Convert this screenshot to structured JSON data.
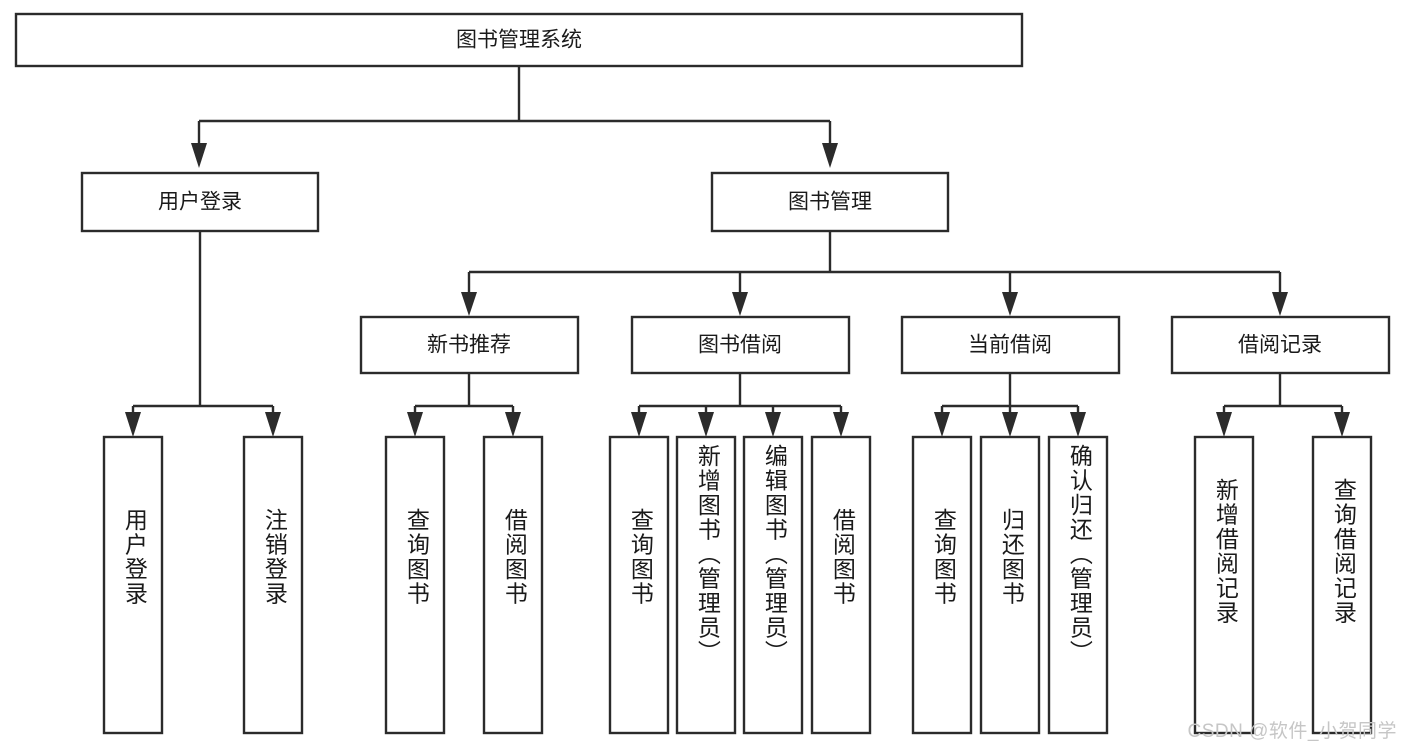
{
  "diagram": {
    "type": "tree-hierarchy",
    "title": "图书管理系统",
    "orientation": "top-down",
    "colors": {
      "box_stroke": "#2b2b2b",
      "box_fill": "#ffffff",
      "text": "#1a1a1a",
      "background": "#ffffff",
      "watermark": "#c6c6c6"
    },
    "root": {
      "label": "图书管理系统"
    },
    "level1": [
      {
        "label": "用户登录"
      },
      {
        "label": "图书管理"
      }
    ],
    "level2": [
      {
        "label": "新书推荐"
      },
      {
        "label": "图书借阅"
      },
      {
        "label": "当前借阅"
      },
      {
        "label": "借阅记录"
      }
    ],
    "leaves": {
      "user_login": [
        {
          "label": "用户登录"
        },
        {
          "label": "注销登录"
        }
      ],
      "new_book_recommend": [
        {
          "label": "查询图书"
        },
        {
          "label": "借阅图书"
        }
      ],
      "book_borrow": [
        {
          "label": "查询图书"
        },
        {
          "label": "新增图书（管理员）"
        },
        {
          "label": "编辑图书（管理员）"
        },
        {
          "label": "借阅图书"
        }
      ],
      "current_borrow": [
        {
          "label": "查询图书"
        },
        {
          "label": "归还图书"
        },
        {
          "label": "确认归还（管理员）"
        }
      ],
      "borrow_record": [
        {
          "label": "新增借阅记录"
        },
        {
          "label": "查询借阅记录"
        }
      ]
    }
  },
  "watermark": {
    "text": "CSDN @软件_小贺同学"
  }
}
